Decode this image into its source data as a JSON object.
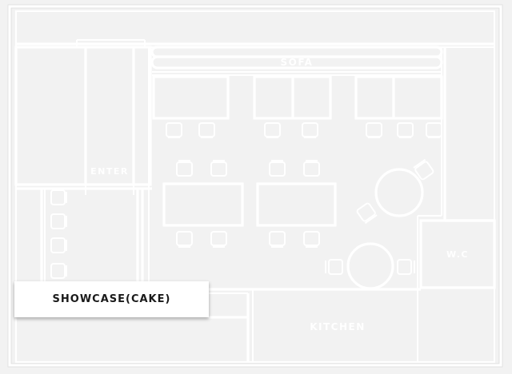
{
  "labels": {
    "sofa": "SOFA",
    "enter": "ENTER",
    "wc": "W.C",
    "kitchen": "KITCHEN",
    "showcase": "SHOWCASE(CAKE)"
  },
  "colors": {
    "background": "#f2f2f2",
    "lines": "#ffffff",
    "showcase_text": "#1a1a1a"
  }
}
